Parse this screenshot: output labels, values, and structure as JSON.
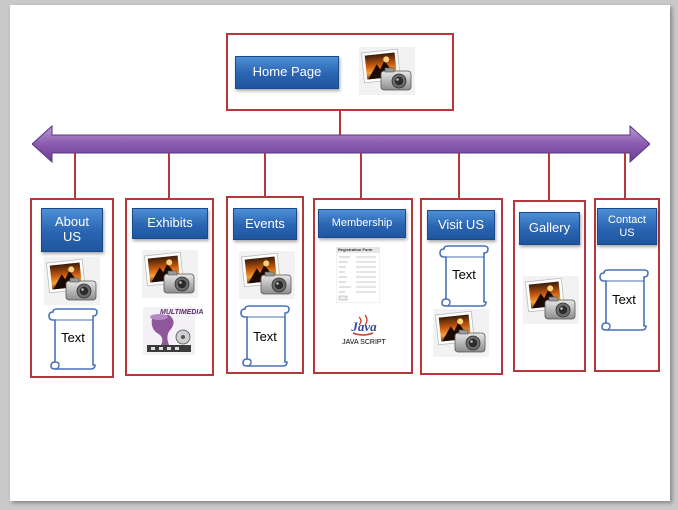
{
  "home": {
    "label": "Home Page"
  },
  "sections": [
    {
      "label": "About US"
    },
    {
      "label": "Exhibits"
    },
    {
      "label": "Events"
    },
    {
      "label": "Membership"
    },
    {
      "label": "Visit US"
    },
    {
      "label": "Gallery"
    },
    {
      "label": "Contact US"
    }
  ],
  "scroll_text": "Text",
  "java": {
    "logo": "Java",
    "caption": "JAVA SCRIPT"
  },
  "multimedia": {
    "logo": "MULTIMEDIA"
  },
  "form_thumb": {
    "title": "Registration Form"
  },
  "colors": {
    "box_border": "#b5373b",
    "button_blue": "#2a64b2",
    "arrow_purple": "#8a5bb0",
    "scroll_blue": "#4a72b8"
  },
  "icons": [
    "photo-camera-icon",
    "scroll-icon",
    "double-arrow-icon",
    "java-logo-icon",
    "multimedia-icon",
    "form-thumbnail-icon"
  ]
}
